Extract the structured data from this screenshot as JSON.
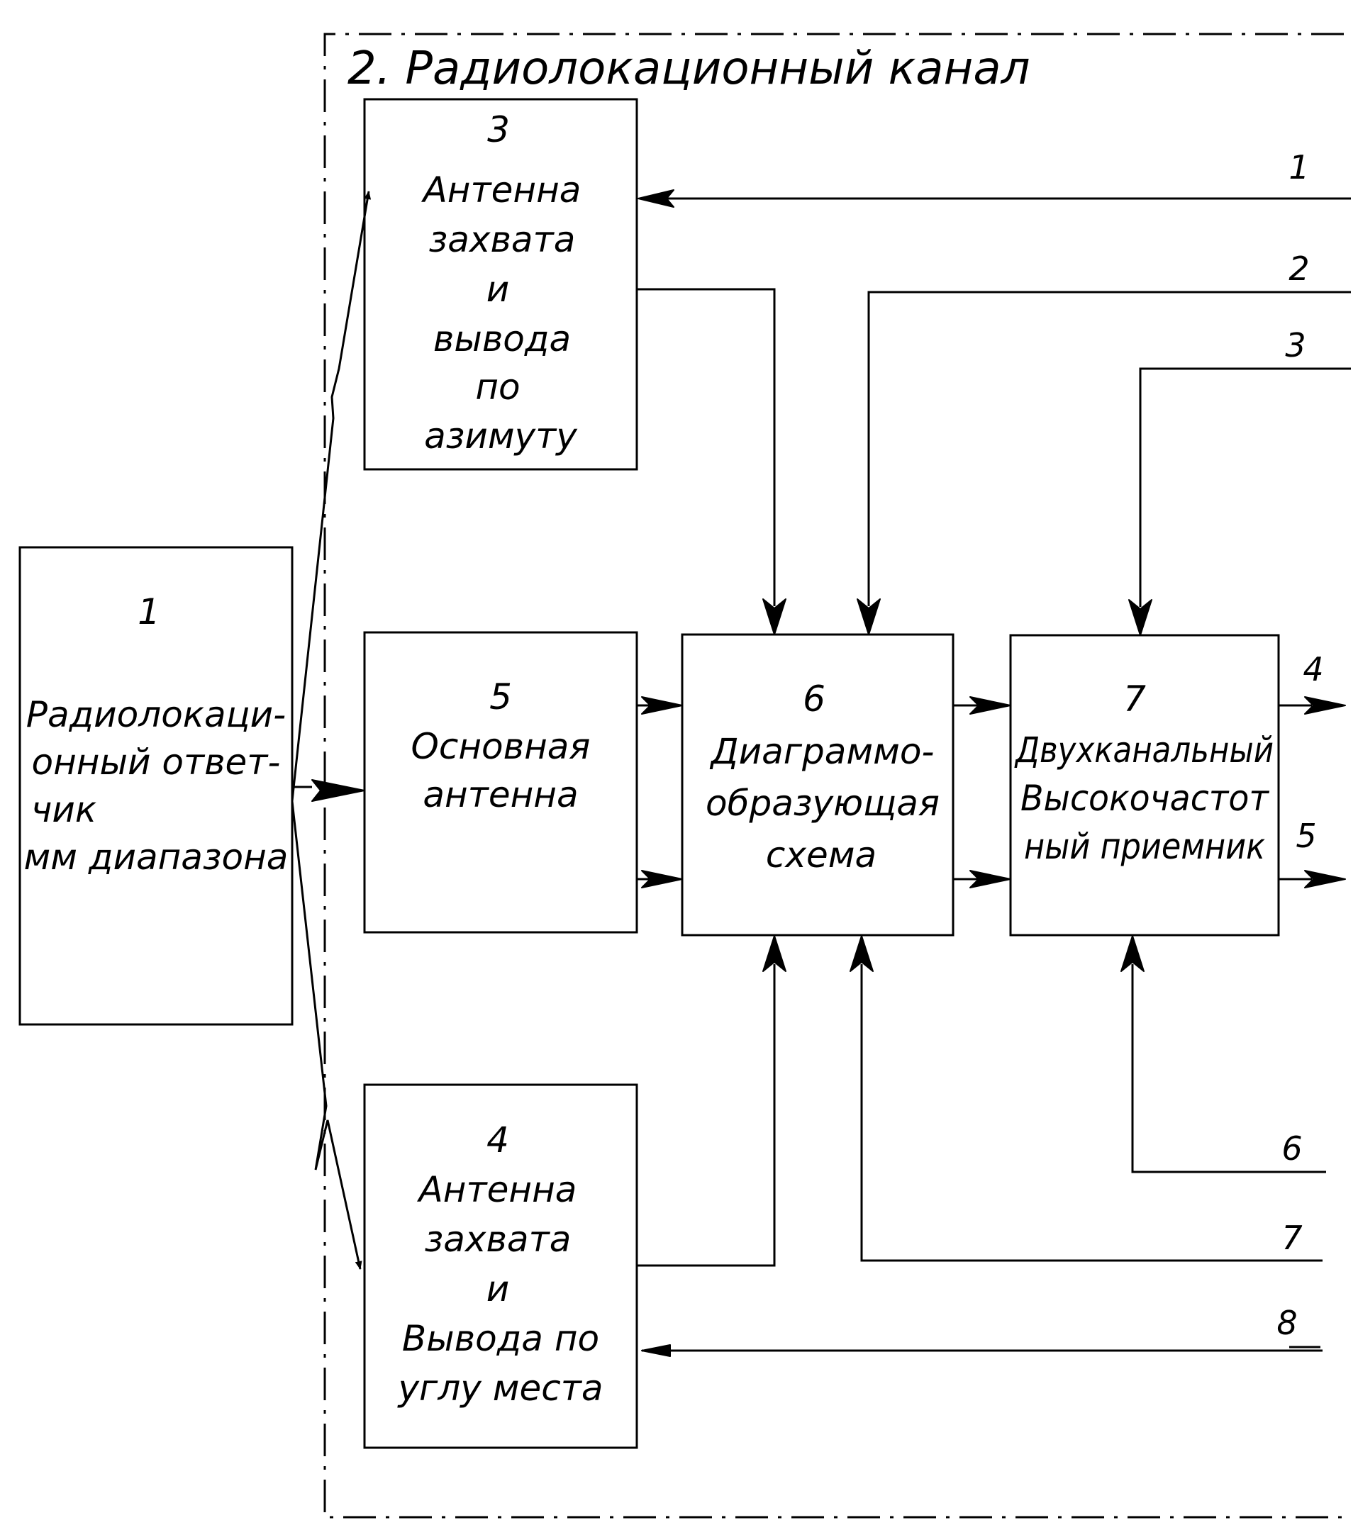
{
  "title": "2. Радиолокационный канал",
  "blocks": {
    "responder": {
      "number": "1",
      "lines": [
        "Радиолокаци-",
        "онный ответ-",
        "чик",
        "мм диапазона"
      ]
    },
    "azimuth_antenna": {
      "number": "3",
      "lines": [
        "Антенна",
        "захвата",
        "и",
        "вывода",
        "по",
        "азимуту"
      ]
    },
    "elevation_antenna": {
      "number": "4",
      "lines": [
        "Антенна",
        "захвата",
        "и",
        "Вывода по",
        "углу места"
      ]
    },
    "main_antenna": {
      "number": "5",
      "lines": [
        "Основная",
        "антенна"
      ]
    },
    "beamformer": {
      "number": "6",
      "lines": [
        "Диаграммо-",
        "образующая",
        "схема"
      ]
    },
    "receiver": {
      "number": "7",
      "lines": [
        "Двухканальный",
        "Высокочастот",
        "ный приемник"
      ]
    }
  },
  "external_lines": [
    "1",
    "2",
    "3",
    "4",
    "5",
    "6",
    "7",
    "8"
  ]
}
